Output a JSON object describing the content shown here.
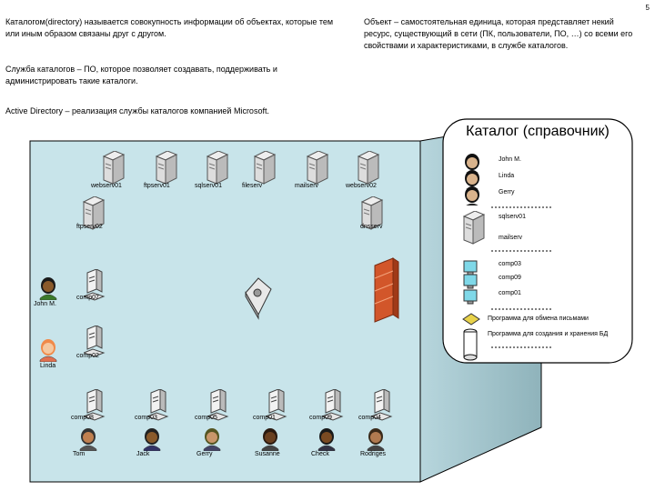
{
  "page_number": "5",
  "text": {
    "directory_def": "Каталогом(directory) называется совокупность информации об объектах, которые тем или иным образом связаны друг с другом.",
    "object_def": "Объект – самостоятельная единица, которая представляет некий ресурс, существующий в сети (ПК, пользователи, ПО, …) со всеми его свойствами и характеристиками, в службе каталогов.",
    "service_def": "Служба каталогов – ПО, которое позволяет создавать, поддерживать и администрировать такие каталоги.",
    "ad_def": "Active Directory – реализация службы каталогов компанией Microsoft."
  },
  "network": {
    "servers_top": [
      "webserv01",
      "ftpserv01",
      "sqlserv01",
      "fileserv",
      "mailserv",
      "webserv02"
    ],
    "servers_second": [
      "ftpserv02",
      "dnsserv"
    ],
    "workstations_mid": [
      "comp07",
      "comp02"
    ],
    "people_left": [
      "John M.",
      "Linda"
    ],
    "workstations_bottom": [
      "comp08",
      "comp03",
      "comp05",
      "comp01",
      "comp09",
      "comp04"
    ],
    "people_bottom": [
      "Tom",
      "Jack",
      "Gerry",
      "Susanne",
      "Check",
      "Rodriges"
    ]
  },
  "catalog": {
    "title": "Каталог (справочник)",
    "users": [
      "John M.",
      "Linda",
      "Gerry"
    ],
    "servers": [
      "sqlserv01",
      "mailserv"
    ],
    "computers": [
      "comp03",
      "comp09",
      "comp01"
    ],
    "software": [
      "Программа для обмена письмами",
      "Программа для создания и хранения БД"
    ]
  },
  "colors": {
    "box_front": "#c8e4ea",
    "box_side": "#9fbfc7",
    "person_skin": "#8a5a2b",
    "accent_red": "#cc4a1a"
  }
}
